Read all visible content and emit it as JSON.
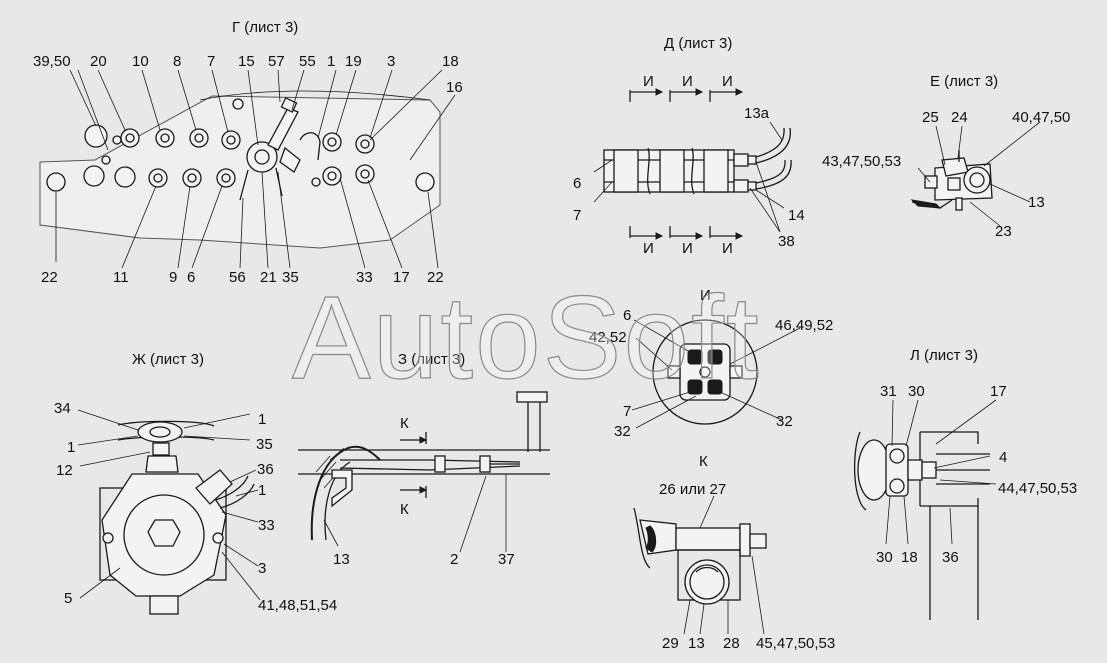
{
  "watermark": "AutoSoft",
  "views": {
    "g": {
      "title": "Г (лист 3)",
      "labels": [
        "39,50",
        "20",
        "10",
        "8",
        "7",
        "15",
        "57",
        "55",
        "1",
        "19",
        "3",
        "18",
        "16",
        "22",
        "11",
        "9",
        "6",
        "56",
        "21",
        "35",
        "33",
        "17",
        "22"
      ]
    },
    "d": {
      "title": "Д (лист 3)",
      "section_marks": [
        "И",
        "И",
        "И",
        "И",
        "И",
        "И"
      ],
      "labels": [
        "13а",
        "6",
        "7",
        "14",
        "38"
      ]
    },
    "e": {
      "title": "Е (лист 3)",
      "labels": [
        "25",
        "24",
        "40,47,50",
        "43,47,50,53",
        "13",
        "23"
      ]
    },
    "i": {
      "title": "И",
      "labels": [
        "6",
        "42,52",
        "46,49,52",
        "7",
        "32",
        "32"
      ]
    },
    "zh": {
      "title": "Ж (лист 3)",
      "labels": [
        "34",
        "1",
        "1",
        "35",
        "12",
        "36",
        "1",
        "33",
        "3",
        "5",
        "41,48,51,54"
      ]
    },
    "z": {
      "title": "З (лист 3)",
      "section_marks": [
        "К",
        "К"
      ],
      "labels": [
        "13",
        "2",
        "37"
      ]
    },
    "k": {
      "title": "К",
      "labels": [
        "26 или 27",
        "29",
        "13",
        "28",
        "45,47,50,53"
      ]
    },
    "l": {
      "title": "Л (лист 3)",
      "labels": [
        "31",
        "30",
        "17",
        "4",
        "44,47,50,53",
        "30",
        "18",
        "36"
      ]
    }
  }
}
